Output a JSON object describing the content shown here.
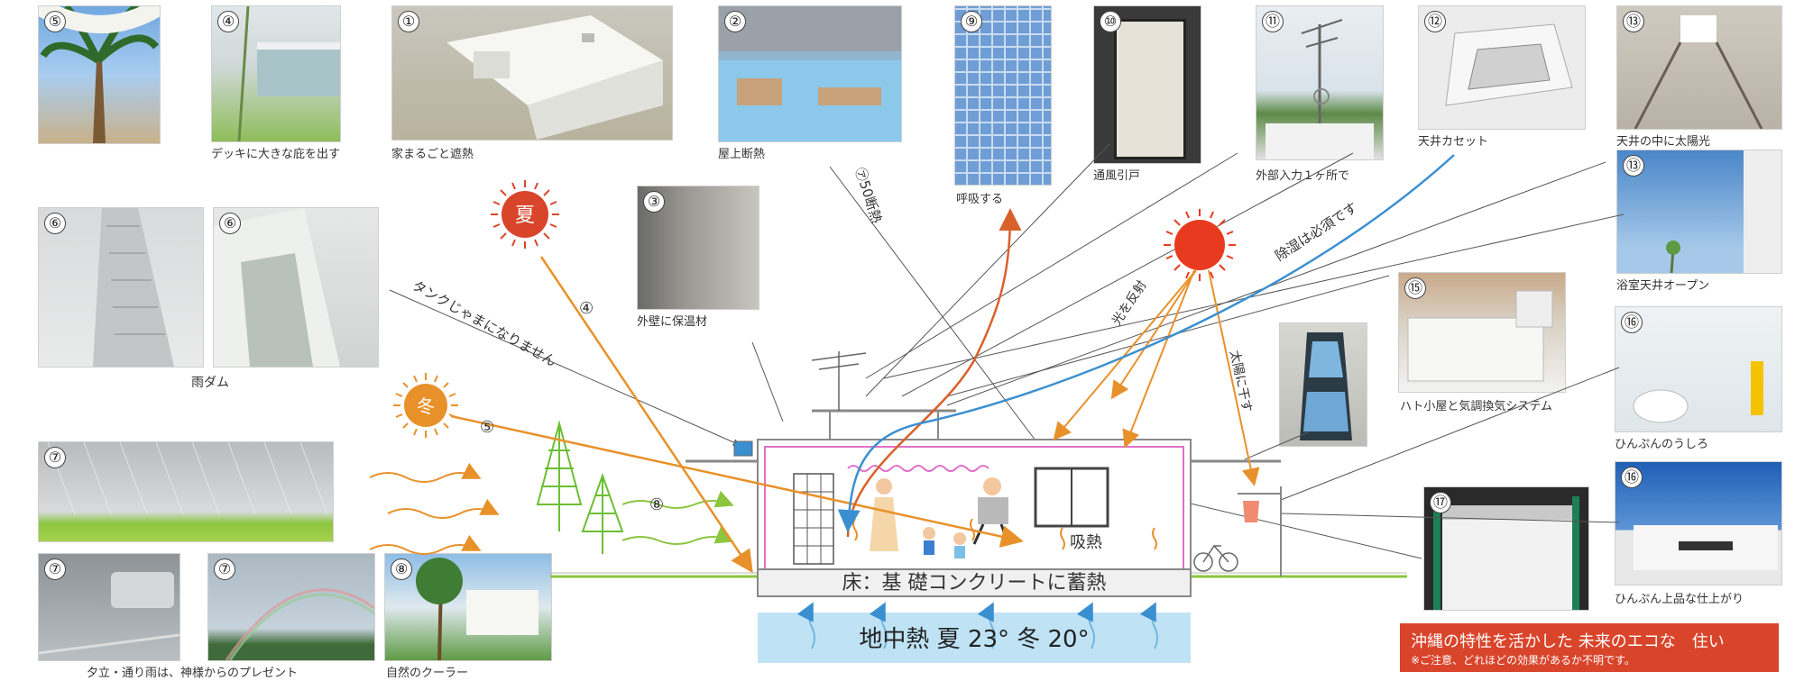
{
  "photos": [
    {
      "num": "⑤",
      "caption": ""
    },
    {
      "num": "④",
      "caption": "デッキに大きな庇を出す"
    },
    {
      "num": "①",
      "caption": "家まるごと遮熱"
    },
    {
      "num": "②",
      "caption": "屋上断熱"
    },
    {
      "num": "⑨",
      "caption": "呼吸する"
    },
    {
      "num": "⑩",
      "caption": "通風引戸"
    },
    {
      "num": "⑪",
      "caption": "外部入力１ヶ所で"
    },
    {
      "num": "⑫",
      "caption": "天井カセット"
    },
    {
      "num": "⑬",
      "caption": "天井の中に太陽光"
    },
    {
      "num": "⑬",
      "caption": "浴室天井オープン"
    },
    {
      "num": "⑥",
      "caption": ""
    },
    {
      "num": "⑥",
      "caption": ""
    },
    {
      "num": "③",
      "caption": "外壁に保温材"
    },
    {
      "num": "⑮",
      "caption": "ハト小屋と気調換気システム"
    },
    {
      "num": "⑯",
      "caption": "ひんぷんのうしろ"
    },
    {
      "num": "⑯",
      "caption": "ひんぷん上品な仕上がり"
    },
    {
      "num": "⑦",
      "caption": ""
    },
    {
      "num": "⑦",
      "caption": ""
    },
    {
      "num": "⑦",
      "caption": ""
    },
    {
      "num": "⑧",
      "caption": "自然のクーラー"
    },
    {
      "num": "⑰",
      "caption": ""
    },
    {
      "num": "",
      "caption": ""
    }
  ],
  "labels": {
    "amedamu": "雨ダム",
    "yudachi": "夕立・通り雨は、神様からのプレゼント",
    "tank": "タンクじゃまになりません",
    "summer": "夏",
    "winter": "冬",
    "num4": "④",
    "num5": "⑤",
    "num8": "⑧",
    "dannetsu": "㋐50断熱",
    "jyoshitsu": "除湿は必須です",
    "kou_shadan": "光を反射",
    "taiyou_hosu": "太陽に干す",
    "kyunetsu": "吸熱",
    "floor": "床：基 礎コンクリートに蓄熱",
    "geothermal": "地中熱  夏 23°  冬 20°"
  },
  "banner": {
    "title": "沖縄の特性を活かした 未来のエコな　住い",
    "note": "※ご注意、どれほどの効果があるか不明です。"
  },
  "colors": {
    "orange": "#e8912a",
    "red_orange": "#d9452b",
    "blue": "#3a8fd0",
    "green": "#8cc63f",
    "pink": "#e070c8",
    "ground_blue": "#bfe3f5"
  },
  "icons": [
    "sun-icon",
    "antenna-icon",
    "tree-icon",
    "family-icon",
    "bicycle-icon",
    "laundry-icon"
  ]
}
